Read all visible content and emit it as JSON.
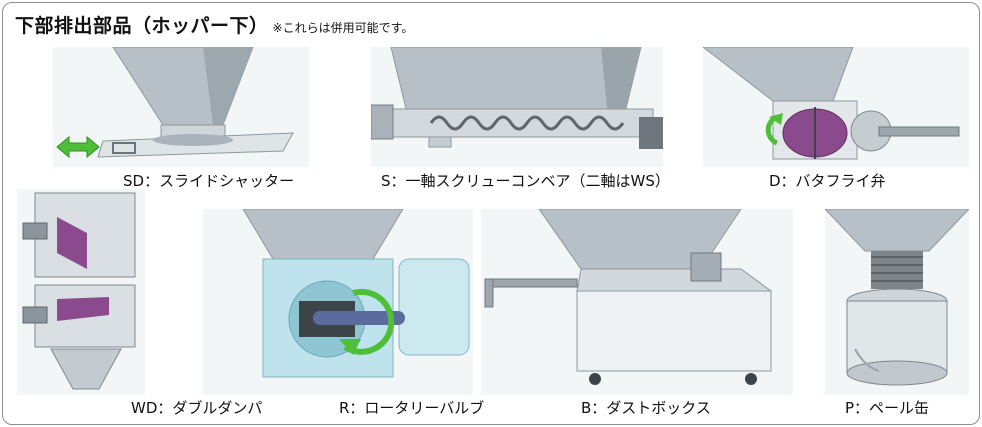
{
  "header": {
    "title": "下部排出部品（ホッパー下）",
    "note": "※これらは併用可能です。"
  },
  "items": [
    {
      "code": "SD",
      "label": "SD：スライドシャッター"
    },
    {
      "code": "S",
      "label": "S：一軸スクリューコンベア（二軸はWS）"
    },
    {
      "code": "D",
      "label": "D：バタフライ弁"
    },
    {
      "code": "WD",
      "label": "WD：ダブルダンパ"
    },
    {
      "code": "R",
      "label": "R：ロータリーバルブ"
    },
    {
      "code": "B",
      "label": "B：ダストボックス"
    },
    {
      "code": "P",
      "label": "P：ペール缶"
    }
  ],
  "colors": {
    "hopper": "#b9c2c8",
    "steel": "#d7dde1",
    "arrow_green": "#4fbf3a",
    "purple": "#8b4a8e",
    "light_blue": "#bfe3ec",
    "frame": "#8a8f94"
  }
}
